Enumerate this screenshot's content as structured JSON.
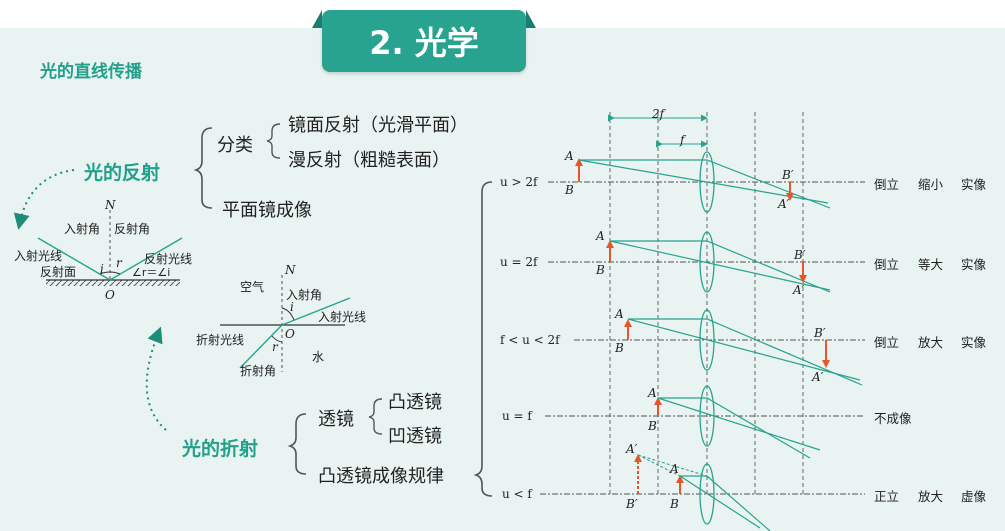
{
  "title": "2. 光学",
  "section_straight": "光的直线传播",
  "reflection": {
    "heading": "光的反射",
    "classify": "分类",
    "mirror": "镜面反射（光滑平面）",
    "diffuse": "漫反射（粗糙表面）",
    "plane_mirror": "平面镜成像",
    "labels": {
      "N": "N",
      "incidence_angle": "入射角",
      "reflection_angle": "反射角",
      "incident_ray": "入射光线",
      "reflected_ray": "反射光线",
      "surface": "反射面",
      "i": "i",
      "r": "r",
      "law": "∠r＝∠i",
      "O": "O"
    }
  },
  "refraction": {
    "heading": "光的折射",
    "lens": "透镜",
    "convex": "凸透镜",
    "concave": "凹透镜",
    "convex_rule": "凸透镜成像规律",
    "labels": {
      "air": "空气",
      "N": "N",
      "incidence_angle": "入射角",
      "i": "i",
      "O": "O",
      "incident_ray": "入射光线",
      "refracted_ray": "折射光线",
      "r": "r",
      "water": "水",
      "refraction_angle": "折射角"
    }
  },
  "lens_table": {
    "dim_2f": "2f",
    "dim_f": "f",
    "rows": [
      {
        "cond": "u > 2f",
        "A": "A",
        "B": "B",
        "A2": "A′",
        "B2": "B′",
        "r1": "倒立",
        "r2": "缩小",
        "r3": "实像"
      },
      {
        "cond": "u = 2f",
        "A": "A",
        "B": "B",
        "A2": "A′",
        "B2": "B′",
        "r1": "倒立",
        "r2": "等大",
        "r3": "实像"
      },
      {
        "cond": "f < u < 2f",
        "A": "A",
        "B": "B",
        "A2": "A′",
        "B2": "B′",
        "r1": "倒立",
        "r2": "放大",
        "r3": "实像"
      },
      {
        "cond": "u = f",
        "A": "A",
        "B": "B",
        "r1": "不成像"
      },
      {
        "cond": "u < f",
        "A": "A",
        "B": "B",
        "A2": "A′",
        "B2": "B′",
        "r1": "正立",
        "r2": "放大",
        "r3": "虚像"
      }
    ]
  }
}
